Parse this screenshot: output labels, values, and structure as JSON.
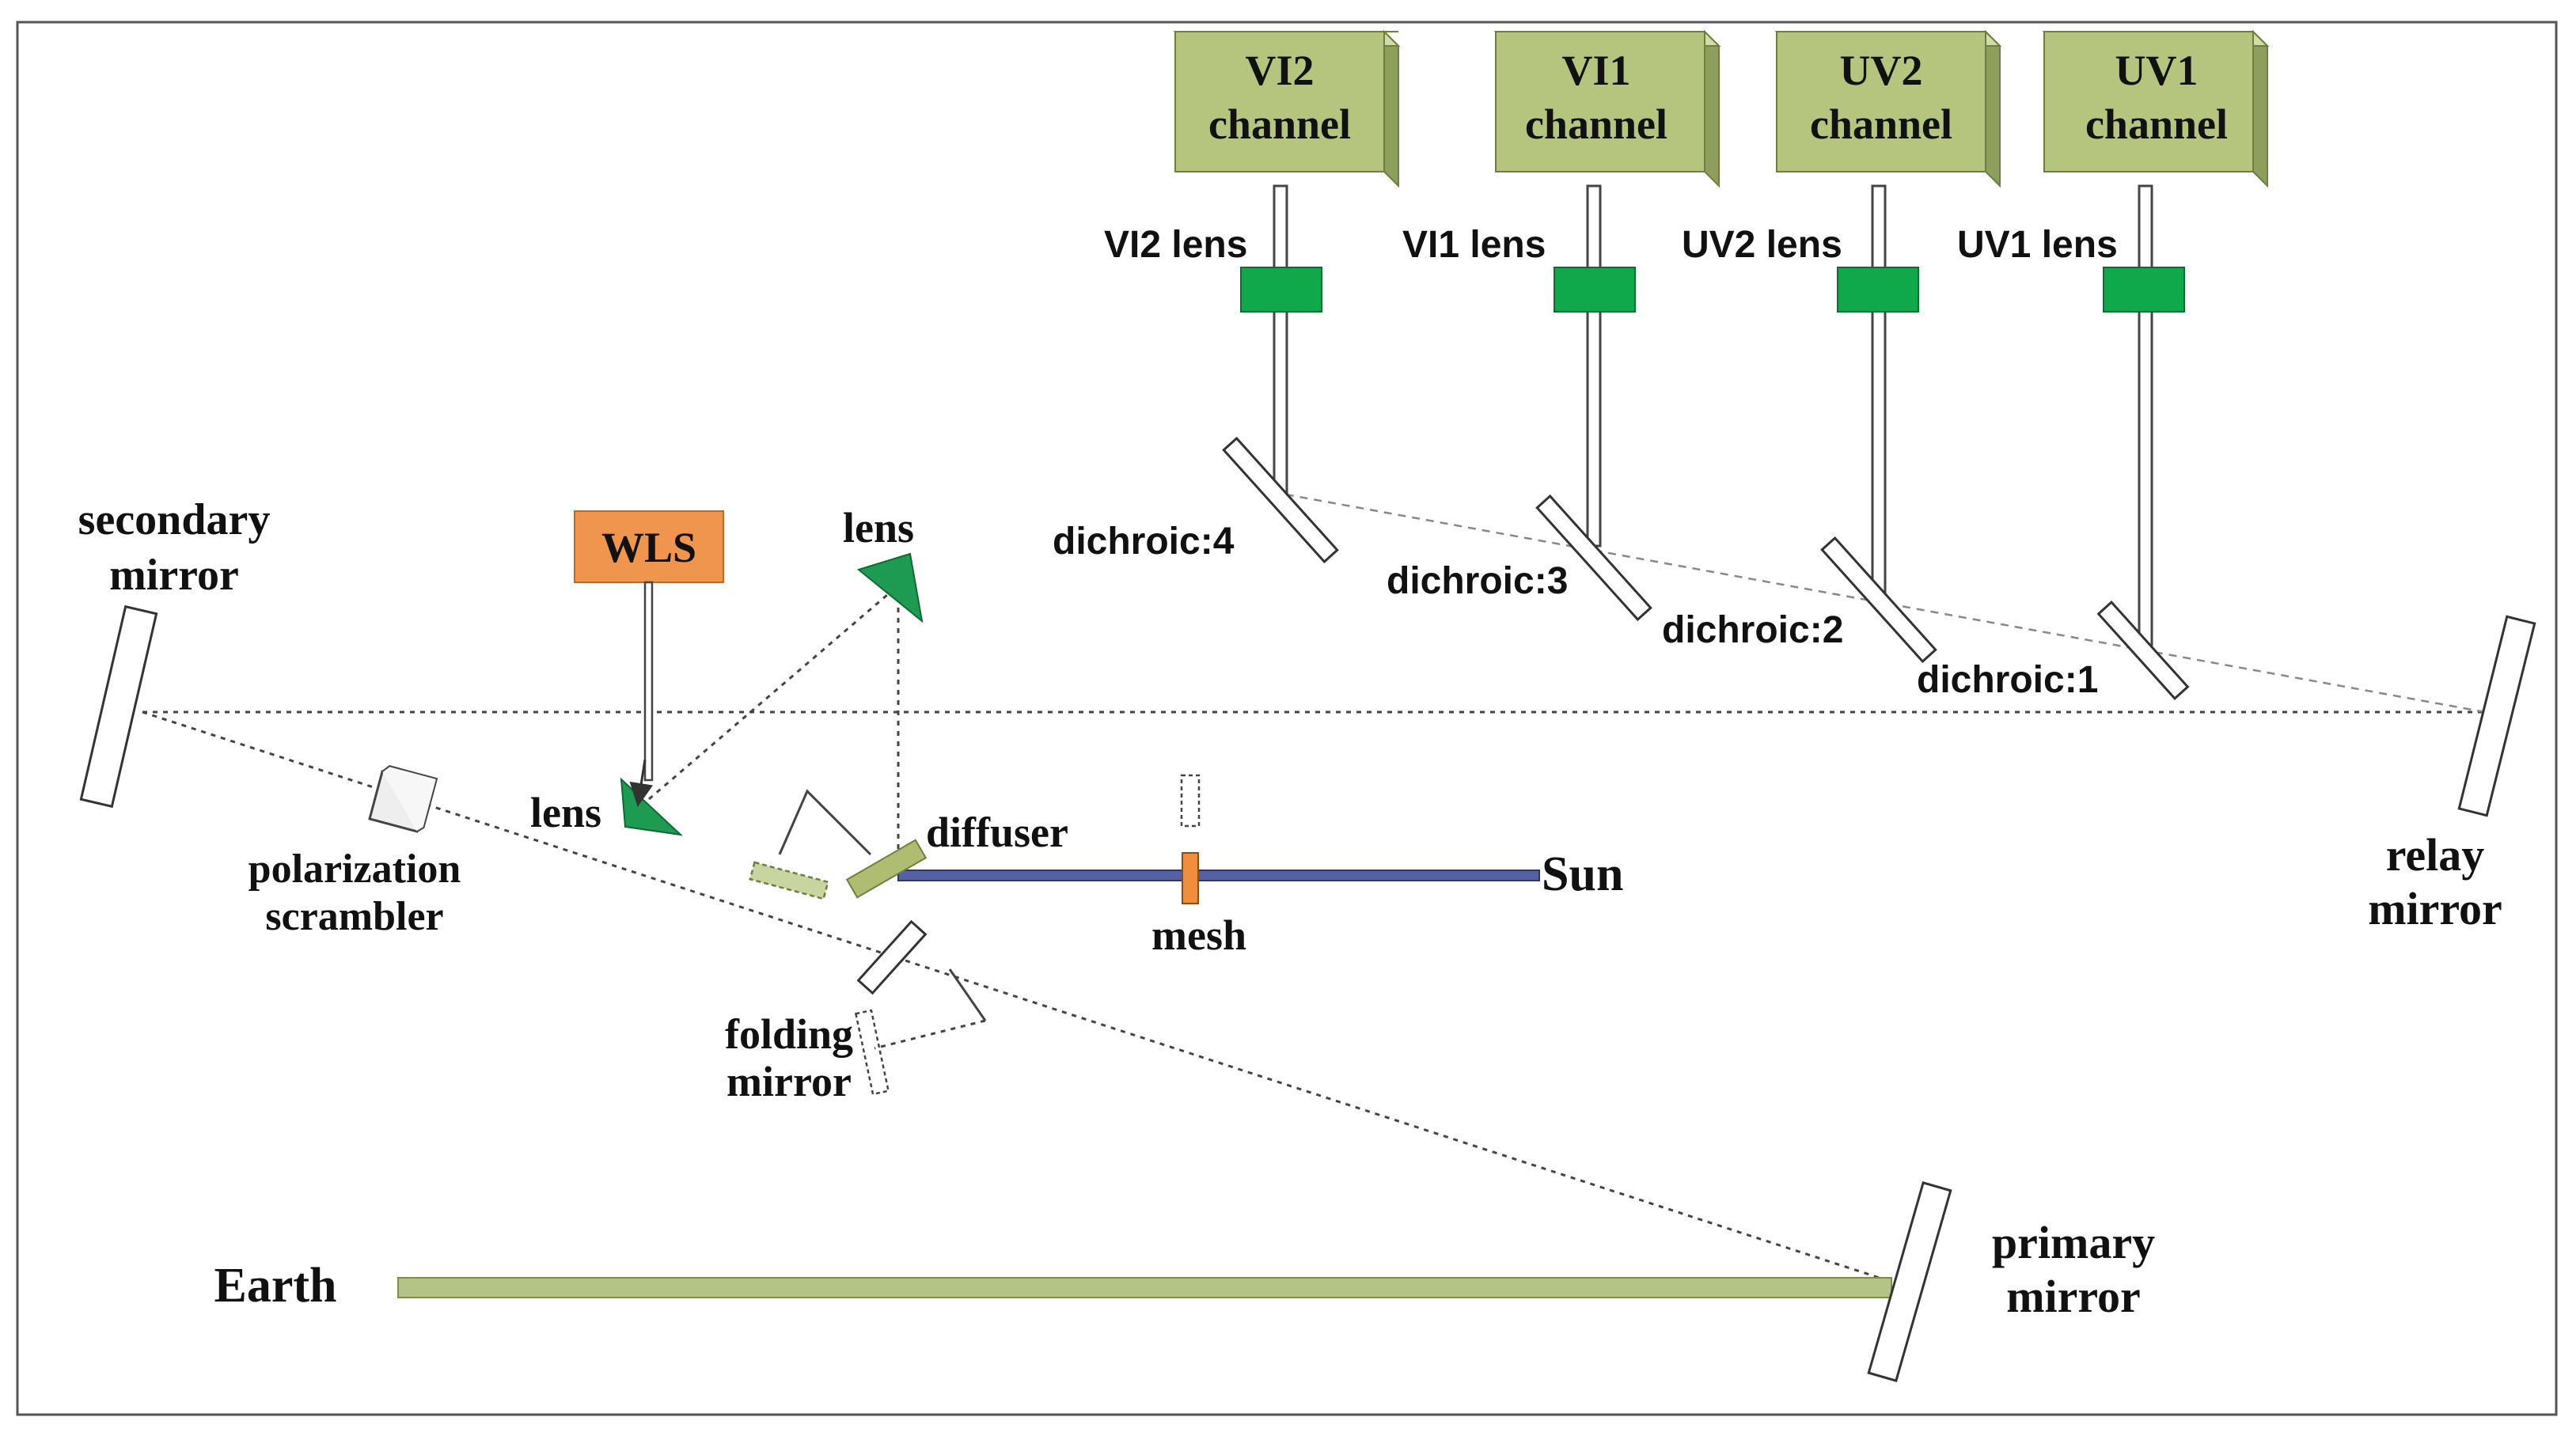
{
  "channels": [
    {
      "line1": "VI2",
      "line2": "channel",
      "lens": "VI2 lens",
      "dichroic": "dichroic:4"
    },
    {
      "line1": "VI1",
      "line2": "channel",
      "lens": "VI1 lens",
      "dichroic": "dichroic:3"
    },
    {
      "line1": "UV2",
      "line2": "channel",
      "lens": "UV2 lens",
      "dichroic": "dichroic:2"
    },
    {
      "line1": "UV1",
      "line2": "channel",
      "lens": "UV1 lens",
      "dichroic": "dichroic:1"
    }
  ],
  "labels": {
    "secondary_mirror_1": "secondary",
    "secondary_mirror_2": "mirror",
    "wls": "WLS",
    "lens_upper": "lens",
    "lens_lower": "lens",
    "polarization_1": "polarization",
    "polarization_2": "scrambler",
    "diffuser": "diffuser",
    "mesh": "mesh",
    "sun": "Sun",
    "folding_1": "folding",
    "folding_2": "mirror",
    "relay_1": "relay",
    "relay_2": "mirror",
    "primary_1": "primary",
    "primary_2": "mirror",
    "earth": "Earth"
  },
  "colors": {
    "channel_box": "#b5c57e",
    "channel_box_top": "#d2dca6",
    "channel_box_side": "#8e9e5c",
    "lens_block": "#0fa84a",
    "wls_box": "#f0954d",
    "earth_bar": "#b3c486",
    "sun_bar": "#5561a2",
    "mesh": "#ef8e3c",
    "lens_prism": "#1e9b53",
    "diffuser": "#aebd72"
  }
}
